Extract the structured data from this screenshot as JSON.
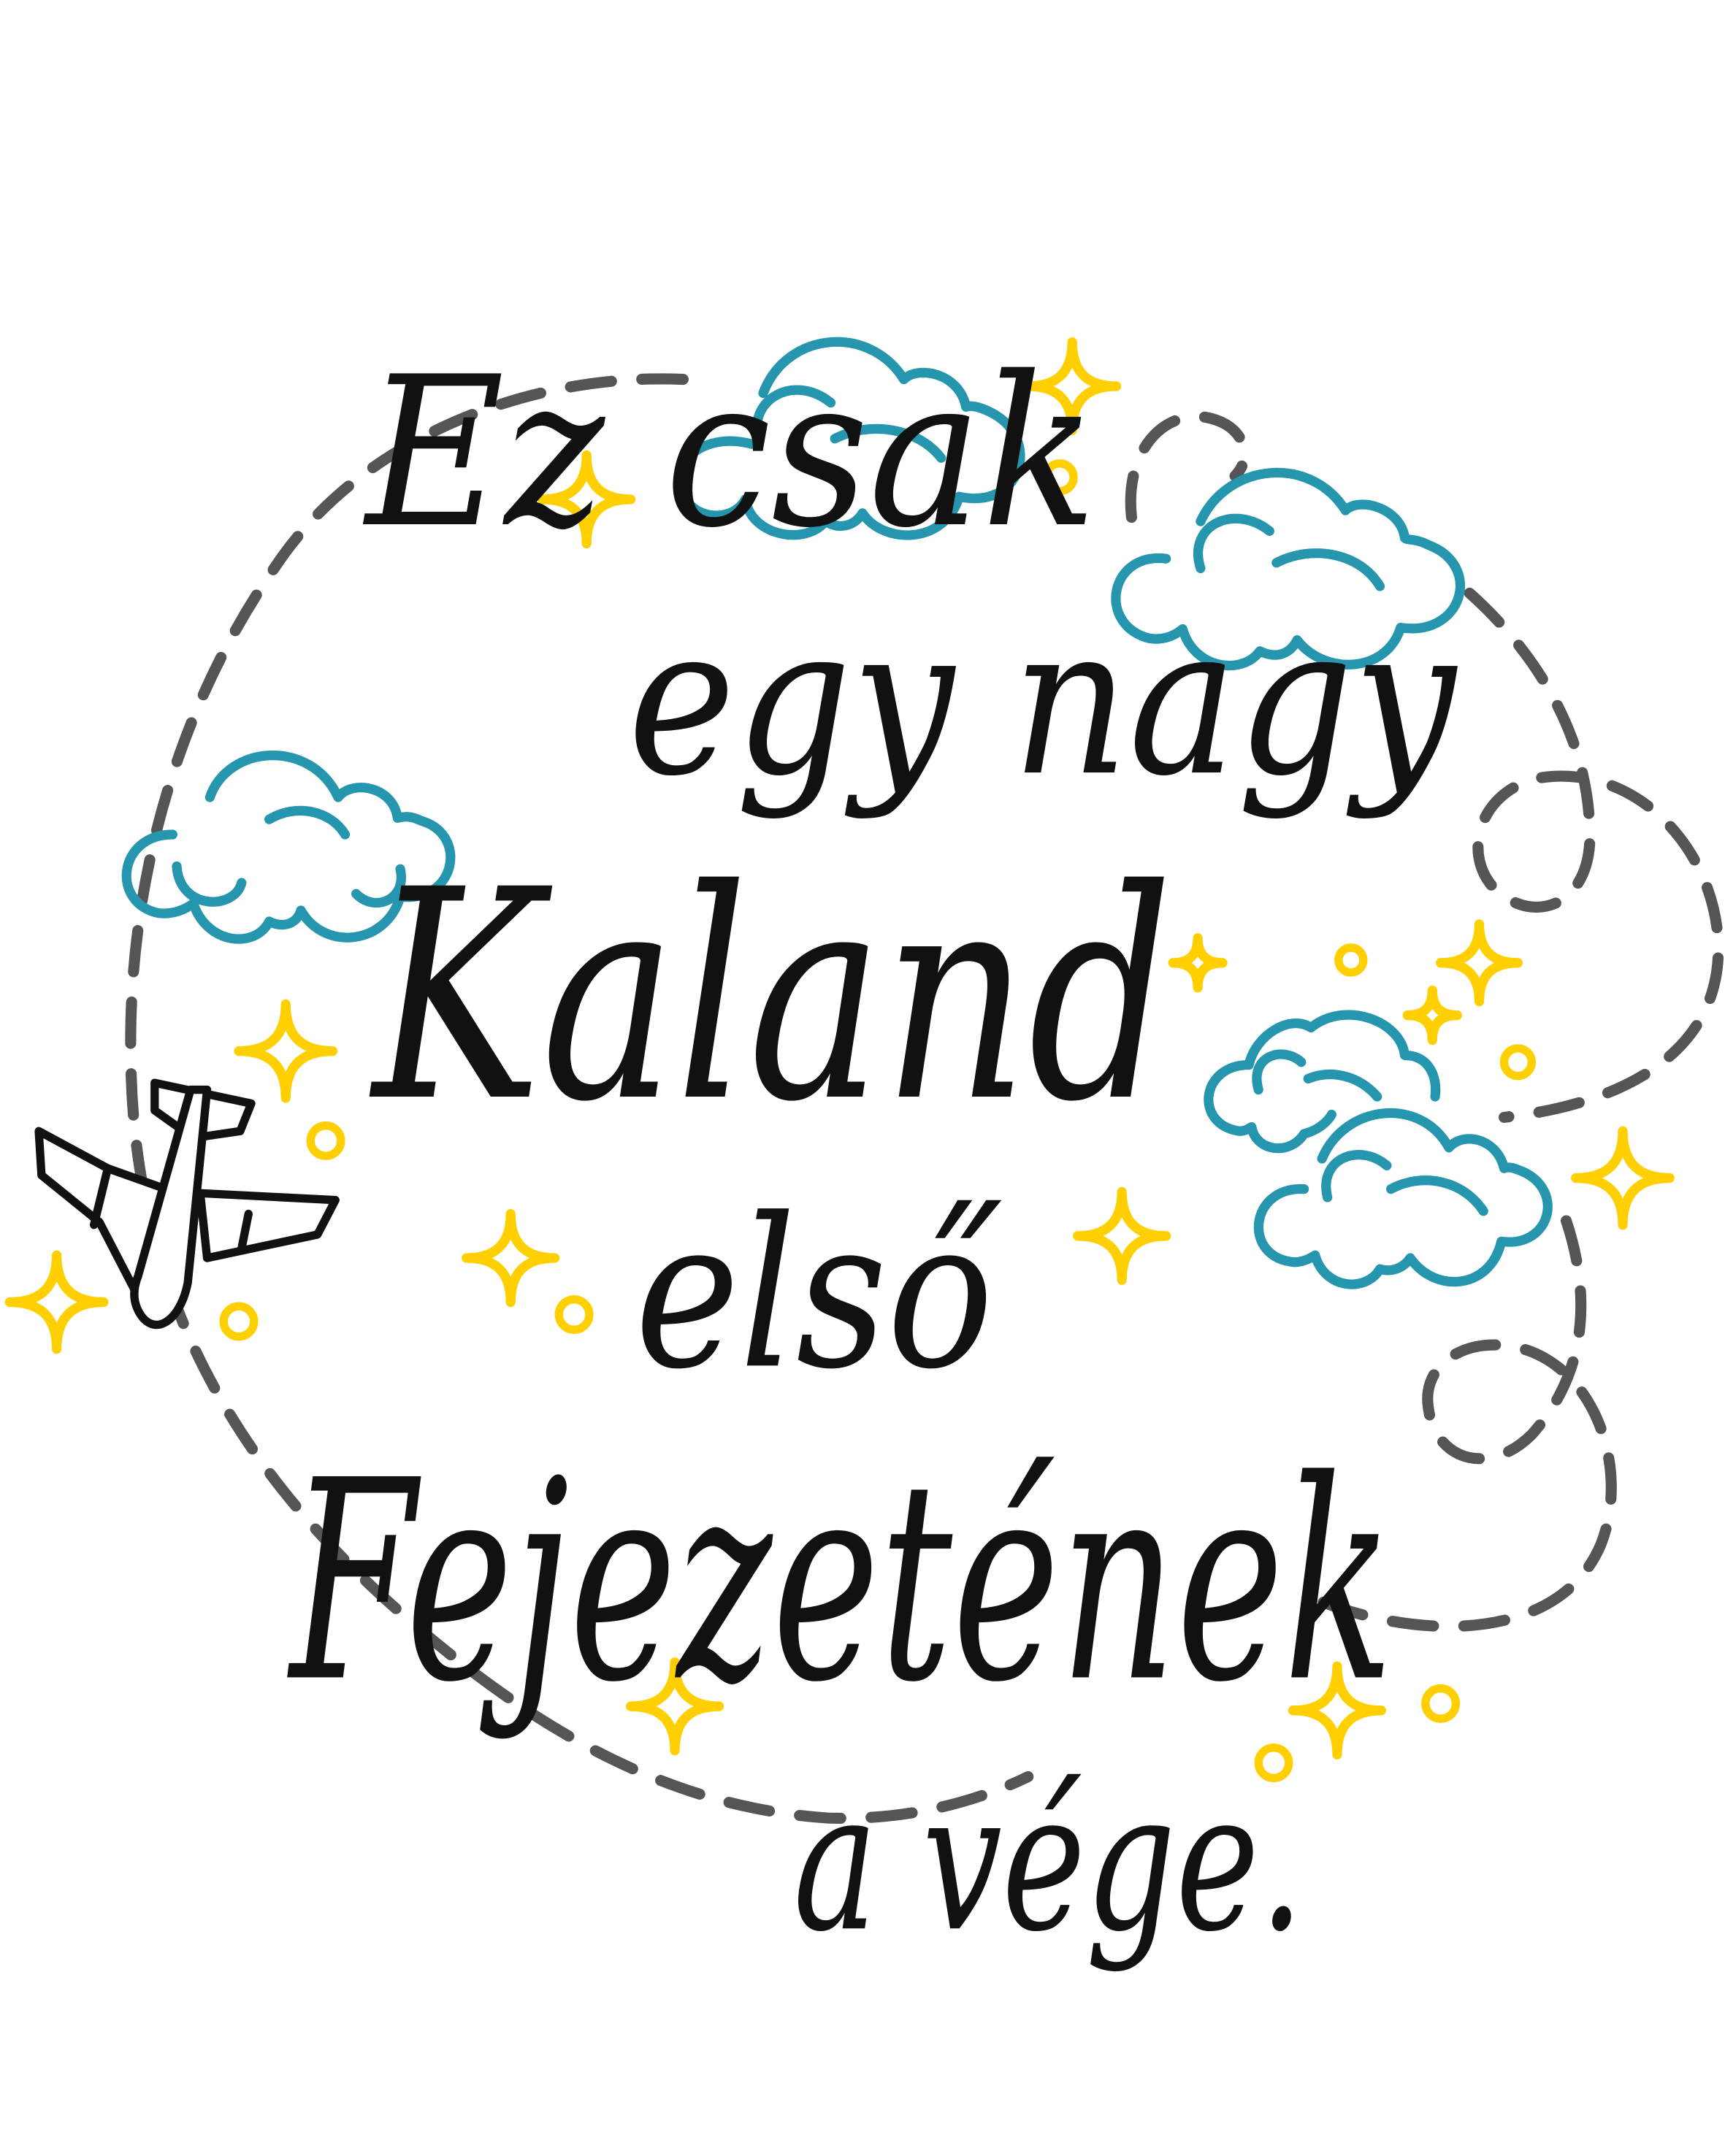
{
  "lettering": {
    "line1": "Ez csak",
    "line2": "egy nagy",
    "line3": "Kaland",
    "line4": "első",
    "line5": "Fejezetének",
    "line6": "a vége."
  },
  "colors": {
    "text": "#111111",
    "sparkle": "#FFCF00",
    "cloud": "#2596AE",
    "flight_path": "#555555"
  }
}
